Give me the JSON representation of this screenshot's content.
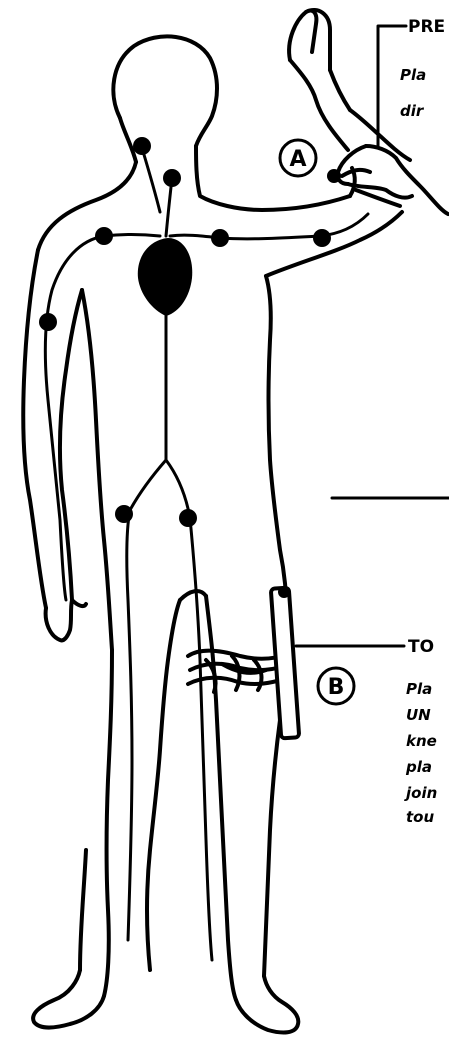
{
  "pressure_callout": {
    "heading": "PRE",
    "caption_lines": [
      "Pla",
      "dir"
    ]
  },
  "tourniquet_callout": {
    "heading": "TO",
    "caption_lines": [
      "Pla",
      "UN",
      "kne",
      "pla",
      "join",
      "tou"
    ]
  },
  "markers": {
    "a": "A",
    "b": "B"
  }
}
